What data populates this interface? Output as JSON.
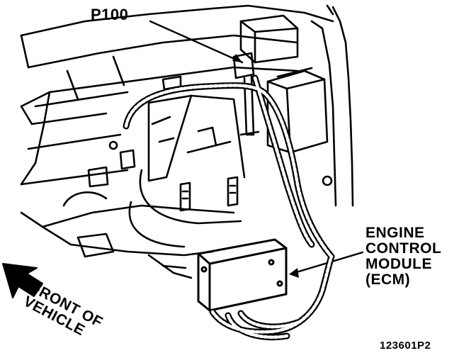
{
  "callouts": {
    "connector": "P100",
    "module_lines": [
      "ENGINE",
      "CONTROL",
      "MODULE",
      "(ECM)"
    ],
    "direction_lines": [
      "FRONT OF",
      "VEHICLE"
    ]
  },
  "figure_id": "123601P2",
  "colors": {
    "ink": "#000000",
    "paper": "#ffffff"
  },
  "icons": {
    "direction_arrow": "arrow-down-left-icon"
  }
}
